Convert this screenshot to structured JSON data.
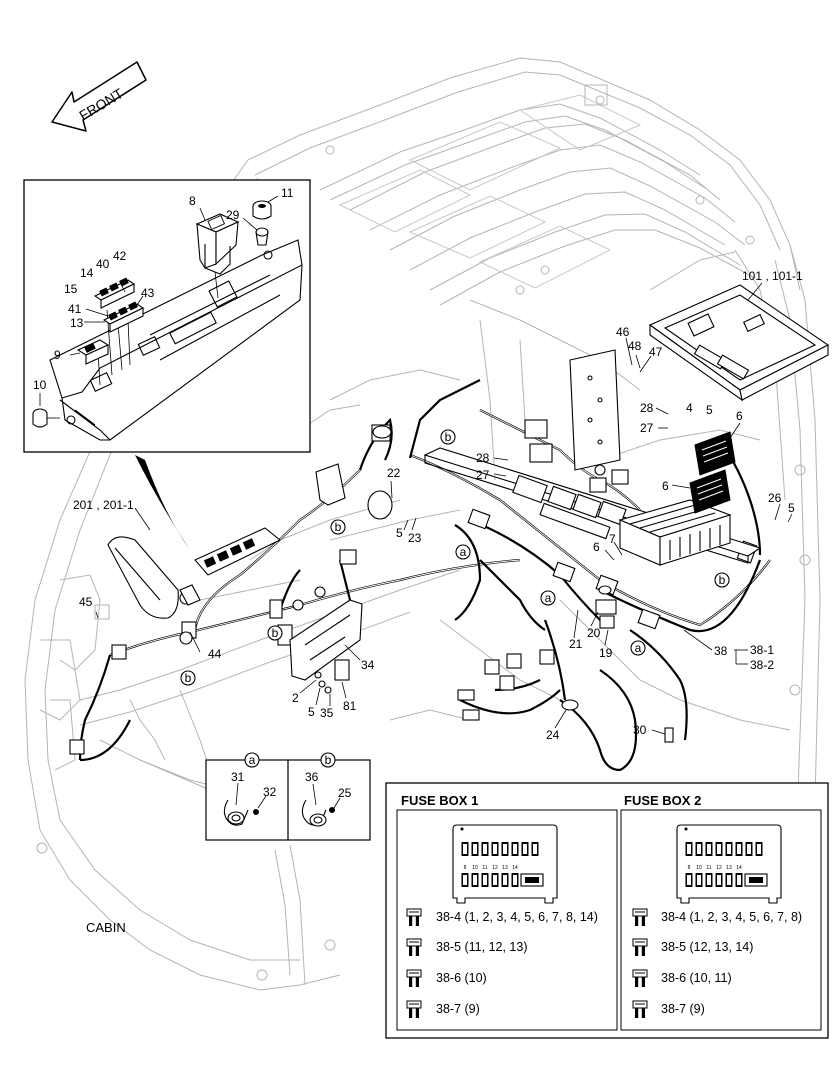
{
  "direction": {
    "front_label": "FRONT"
  },
  "cabin_label": "CABIN",
  "callouts": {
    "c8": "8",
    "c11": "11",
    "c29": "29",
    "c42": "42",
    "c40": "40",
    "c14": "14",
    "c15": "15",
    "c43": "43",
    "c41": "41",
    "c13": "13",
    "c9": "9",
    "c10": "10",
    "c101": "101 , 101-1",
    "c46": "46",
    "c48": "48",
    "c47": "47",
    "c28a": "28",
    "c4": "4",
    "c5a": "5",
    "c6a": "6",
    "c27a": "27",
    "c6b": "6",
    "c22": "22",
    "c28b": "28",
    "c27b": "27",
    "c26": "26",
    "c5b": "5",
    "c5c": "5",
    "c23": "23",
    "c201": "201 , 201-1",
    "c7": "7",
    "c6c": "6",
    "c45": "45",
    "c21": "21",
    "c20": "20",
    "c19": "19",
    "c44": "44",
    "c38": "38",
    "c38_1": "38-1",
    "c38_2": "38-2",
    "c34": "34",
    "c2": "2",
    "c5d": "5",
    "c35": "35",
    "c81": "81",
    "c24": "24",
    "c30": "30",
    "c31": "31",
    "c32": "32",
    "c36": "36",
    "c25": "25"
  },
  "circle_markers": {
    "a": "a",
    "b": "b"
  },
  "fuse_box_1": {
    "title": "FUSE BOX 1",
    "numbers": [
      "8",
      "10",
      "11",
      "12",
      "13",
      "14"
    ],
    "rows": [
      {
        "label": "38-4 (1, 2, 3, 4, 5, 6, 7, 8, 14)"
      },
      {
        "label": "38-5 (11, 12, 13)"
      },
      {
        "label": "38-6 (10)"
      },
      {
        "label": "38-7 (9)"
      }
    ]
  },
  "fuse_box_2": {
    "title": "FUSE BOX 2",
    "numbers": [
      "8",
      "10",
      "11",
      "12",
      "13",
      "14"
    ],
    "rows": [
      {
        "label": "38-4 (1, 2, 3, 4, 5, 6, 7, 8)"
      },
      {
        "label": "38-5 (12, 13, 14)"
      },
      {
        "label": "38-6 (10, 11)"
      },
      {
        "label": "38-7 (9)"
      }
    ]
  }
}
